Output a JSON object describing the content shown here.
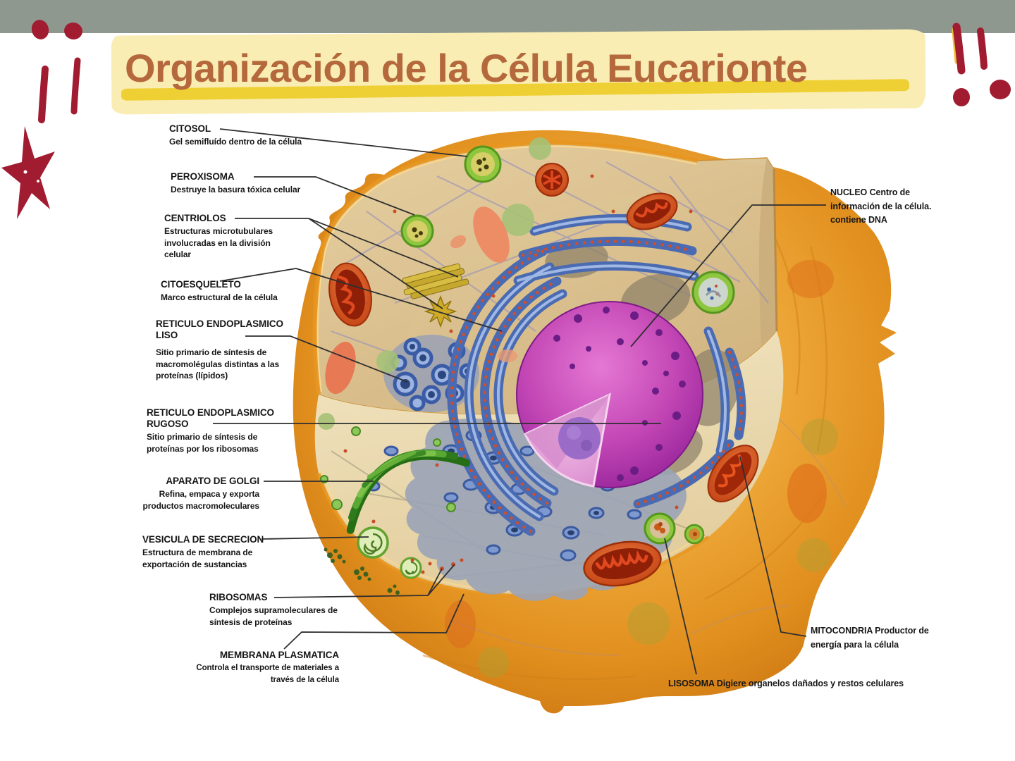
{
  "title": {
    "text": "Organización de la Célula Eucarionte",
    "text_color": "#b4683c",
    "band_color": "#f9edb4",
    "underline_color": "#efd034"
  },
  "top_bar": {
    "color": "#8e988f"
  },
  "decorations": {
    "left_marks": "¡¡",
    "right_marks": "!!",
    "mark_color": "#a11b31",
    "star_color": "#a11b31"
  },
  "cell_colors": {
    "membrane_orange": "#e79a24",
    "cytosol_tan": "#ddc79b",
    "floor_beige": "#eedfba",
    "nucleus_magenta": "#bb3cb0",
    "er_blue": "#4a6ab2",
    "golgi_green": "#3c8a24",
    "mitochondria_red": "#c23c10",
    "vesicle_green": "#8fc63f",
    "centriole_yellow": "#d9bd42"
  },
  "labels": [
    {
      "id": "citosol",
      "name": "CITOSOL",
      "desc": "Gel semifluído dentro de la célula"
    },
    {
      "id": "peroxisoma",
      "name": "PEROXISOMA",
      "desc": "Destruye la basura tóxica celular"
    },
    {
      "id": "centriolos",
      "name": "CENTRIOLOS",
      "desc": "Estructuras microtubulares involucradas en la división celular"
    },
    {
      "id": "citoesqueleto",
      "name": "CITOESQUELETO",
      "desc": "Marco estructural de la célula"
    },
    {
      "id": "reticulo-liso",
      "name": "RETICULO ENDOPLASMICO\nLISO",
      "desc": "Sitio primario de síntesis de macromolégulas distintas a las proteínas (lípidos)"
    },
    {
      "id": "reticulo-rugoso",
      "name": "RETICULO ENDOPLASMICO\nRUGOSO",
      "desc": "Sitio primario de síntesis de proteínas por los ribosomas"
    },
    {
      "id": "golgi",
      "name": "APARATO DE GOLGI",
      "desc": "Refina, empaca y exporta productos macromoleculares"
    },
    {
      "id": "vesicula",
      "name": "VESICULA DE SECRECION",
      "desc": "Estructura de membrana de exportación de sustancias"
    },
    {
      "id": "ribosomas",
      "name": "RIBOSOMAS",
      "desc": "Complejos supramoleculares de síntesis de proteínas"
    },
    {
      "id": "membrana",
      "name": "MEMBRANA PLASMATICA",
      "desc": "Controla el transporte de materiales a través de la célula"
    },
    {
      "id": "nucleo",
      "name": "NUCLEO",
      "desc": "Centro de información de la célula. contiene DNA"
    },
    {
      "id": "mitocondria",
      "name": "MITOCONDRIA",
      "desc": "Productor de energía para la célula"
    },
    {
      "id": "lisosoma",
      "name": "LISOSOMA",
      "desc": "Digiere organelos dañados y restos celulares"
    }
  ]
}
